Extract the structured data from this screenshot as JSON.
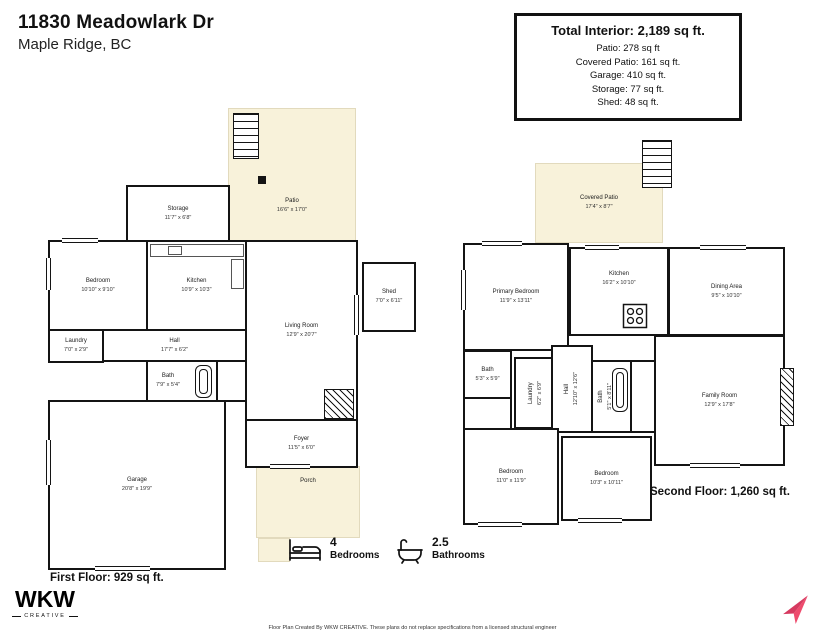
{
  "colors": {
    "wall": "#141414",
    "outdoor_fill": "#f8f2da",
    "outdoor_edge": "#e2dabd",
    "accent": "#ee4b6d",
    "accent_dark": "#d63a60"
  },
  "header": {
    "address": "11830 Meadowlark Dr",
    "city": "Maple Ridge, BC"
  },
  "summary": {
    "title": "Total Interior: 2,189 sq ft.",
    "items": [
      "Patio: 278 sq ft",
      "Covered Patio: 161 sq ft.",
      "Garage: 410 sq ft.",
      "Storage: 77 sq ft.",
      "Shed: 48 sq ft."
    ]
  },
  "first_floor": {
    "total_label": "First Floor: 929 sq ft.",
    "rooms": {
      "patio": {
        "name": "Patio",
        "dims": "16'6\" x 17'0\""
      },
      "storage": {
        "name": "Storage",
        "dims": "11'7\" x 6'8\""
      },
      "bedroom": {
        "name": "Bedroom",
        "dims": "10'10\" x 9'10\""
      },
      "kitchen": {
        "name": "Kitchen",
        "dims": "10'9\" x 10'3\""
      },
      "living_room": {
        "name": "Living Room",
        "dims": "12'9\" x 20'7\""
      },
      "shed": {
        "name": "Shed",
        "dims": "7'0\" x 6'11\""
      },
      "laundry": {
        "name": "Laundry",
        "dims": "7'0\" x 2'9\""
      },
      "hall": {
        "name": "Hall",
        "dims": "17'7\" x 6'2\""
      },
      "bath": {
        "name": "Bath",
        "dims": "7'9\" x 5'4\""
      },
      "garage": {
        "name": "Garage",
        "dims": "20'8\" x 19'9\""
      },
      "foyer": {
        "name": "Foyer",
        "dims": "11'5\" x 6'0\""
      },
      "porch": {
        "name": "Porch",
        "dims": ""
      }
    }
  },
  "second_floor": {
    "total_label": "Second Floor: 1,260 sq ft.",
    "rooms": {
      "covered_patio": {
        "name": "Covered Patio",
        "dims": "17'4\" x 8'7\""
      },
      "primary_bedroom": {
        "name": "Primary Bedroom",
        "dims": "11'9\" x 13'11\""
      },
      "kitchen": {
        "name": "Kitchen",
        "dims": "16'2\" x 10'10\""
      },
      "dining_area": {
        "name": "Dining Area",
        "dims": "9'5\" x 10'10\""
      },
      "bath_a": {
        "name": "Bath",
        "dims": "5'3\" x 5'9\""
      },
      "laundry": {
        "name": "Laundry",
        "dims": "6'2\" x 6'9\""
      },
      "hall": {
        "name": "Hall",
        "dims": "12'10\" x 12'6\""
      },
      "bath_b": {
        "name": "Bath",
        "dims": "5'1\" x 8'11\""
      },
      "family_room": {
        "name": "Family Room",
        "dims": "12'9\" x 17'8\""
      },
      "bedroom_a": {
        "name": "Bedroom",
        "dims": "11'0\" x 11'9\""
      },
      "bedroom_b": {
        "name": "Bedroom",
        "dims": "10'3\" x 10'11\""
      }
    }
  },
  "legend": {
    "bedrooms_count": "4",
    "bedrooms_label": "Bedrooms",
    "bathrooms_count": "2.5",
    "bathrooms_label": "Bathrooms"
  },
  "footer": {
    "logo_text": "WKW",
    "logo_sub": "CREATIVE",
    "disclaimer": "Floor Plan Created By WKW CREATIVE. These plans do not replace specifications from a licensed structural engineer"
  }
}
